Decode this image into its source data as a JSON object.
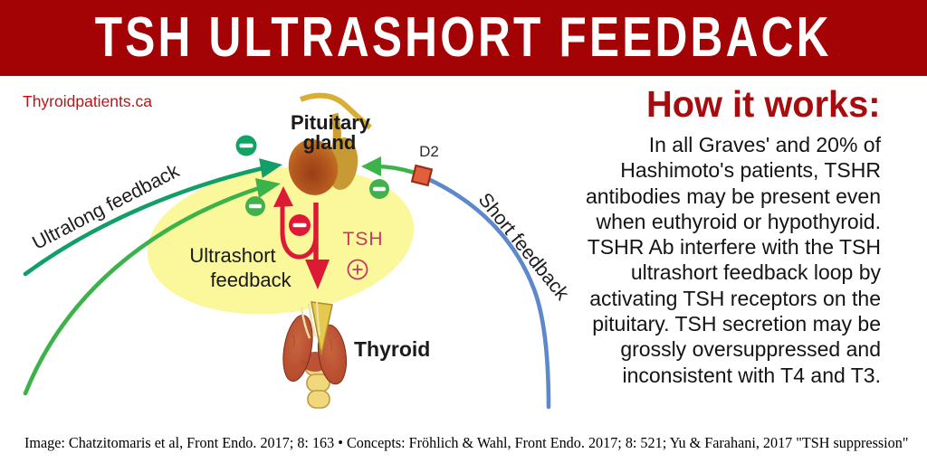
{
  "banner": {
    "title": "TSH ULTRASHORT FEEDBACK",
    "bg_color": "#a30305",
    "text_color": "#ffffff"
  },
  "site": {
    "name": "Thyroidpatients.ca",
    "color": "#c11212"
  },
  "how_it_works": {
    "heading": "How it works:",
    "heading_color": "#a70d0f",
    "body": "In all Graves' and 20% of Hashimoto's patients, TSHR antibodies may be present even when euthyroid or hypothyroid. TSHR Ab interfere with the TSH ultrashort feedback loop by activating TSH receptors on the pituitary. TSH secretion may be grossly oversuppressed and inconsistent with T4 and T3."
  },
  "diagram": {
    "labels": {
      "pituitary_line1": "Pituitary",
      "pituitary_line2": "gland",
      "thyroid": "Thyroid",
      "tsh": "TSH",
      "d2": "D2",
      "ultralong": "Ultralong feedback",
      "ultrashort_line1": "Ultrashort",
      "ultrashort_line2": "feedback",
      "short": "Short feedback"
    },
    "signs": {
      "inhibit": "−",
      "stimulate": "+"
    },
    "colors": {
      "ultralong_green": "#119e68",
      "short_green": "#3cb34a",
      "short_blue": "#5d89cc",
      "loop_red": "#dc1a36",
      "halo_yellow": "#fbf79b",
      "tsh_pink": "#c23a64",
      "d2_square": "#e0603c"
    }
  },
  "footer": {
    "citation": "Image: Chatzitomaris et al, Front Endo. 2017; 8: 163 • Concepts: Fröhlich & Wahl, Front Endo. 2017; 8: 521; Yu & Farahani, 2017 \"TSH suppression\""
  }
}
